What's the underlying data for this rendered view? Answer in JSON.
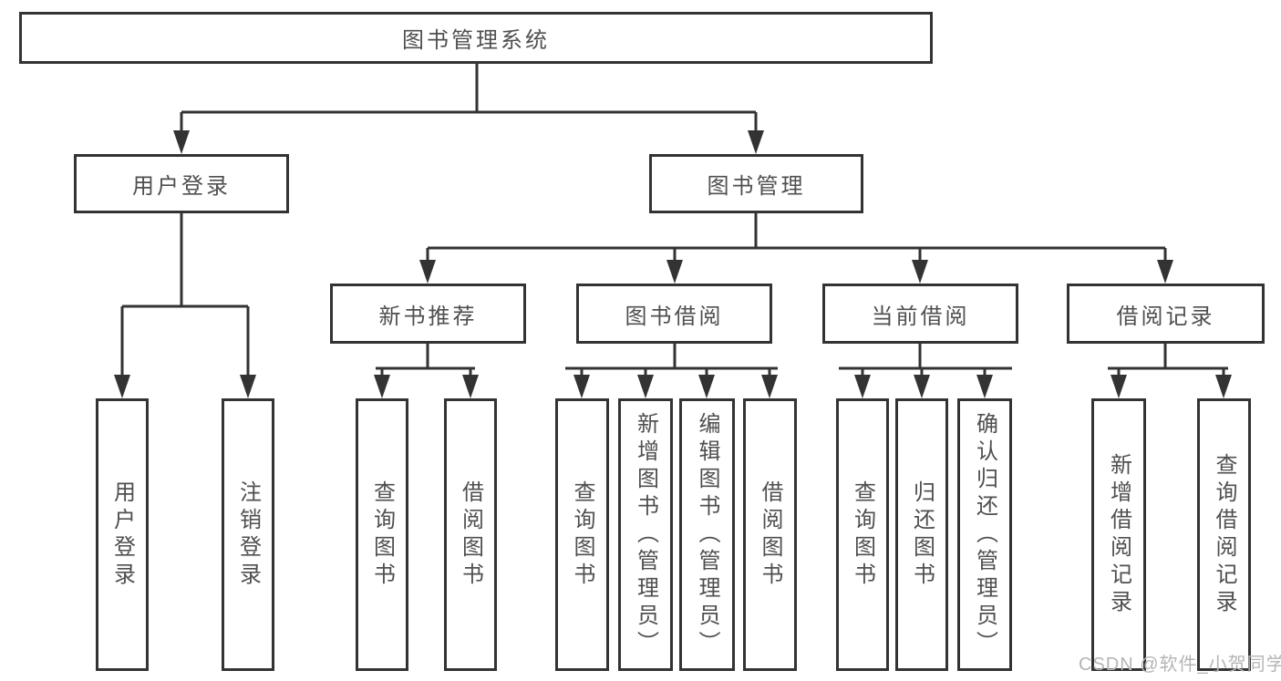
{
  "diagram": {
    "root": {
      "label": "图书管理系统"
    },
    "branches": [
      {
        "label": "用户登录",
        "children": [
          {
            "label": "用户登录"
          },
          {
            "label": "注销登录"
          }
        ]
      },
      {
        "label": "图书管理",
        "children": [
          {
            "label": "新书推荐",
            "children": [
              {
                "label": "查询图书"
              },
              {
                "label": "借阅图书"
              }
            ]
          },
          {
            "label": "图书借阅",
            "children": [
              {
                "label": "查询图书"
              },
              {
                "label": "新增图书（管理员）"
              },
              {
                "label": "编辑图书（管理员）"
              },
              {
                "label": "借阅图书"
              }
            ]
          },
          {
            "label": "当前借阅",
            "children": [
              {
                "label": "查询图书"
              },
              {
                "label": "归还图书"
              },
              {
                "label": "确认归还（管理员）"
              }
            ]
          },
          {
            "label": "借阅记录",
            "children": [
              {
                "label": "新增借阅记录"
              },
              {
                "label": "查询借阅记录"
              }
            ]
          }
        ]
      }
    ]
  },
  "watermark": {
    "text": "CSDN @软件_小贺同学"
  },
  "colors": {
    "line": "#333333",
    "box_border": "#333333",
    "text": "#4f4f4f",
    "watermark": "#b5b5b5",
    "background": "#ffffff"
  }
}
